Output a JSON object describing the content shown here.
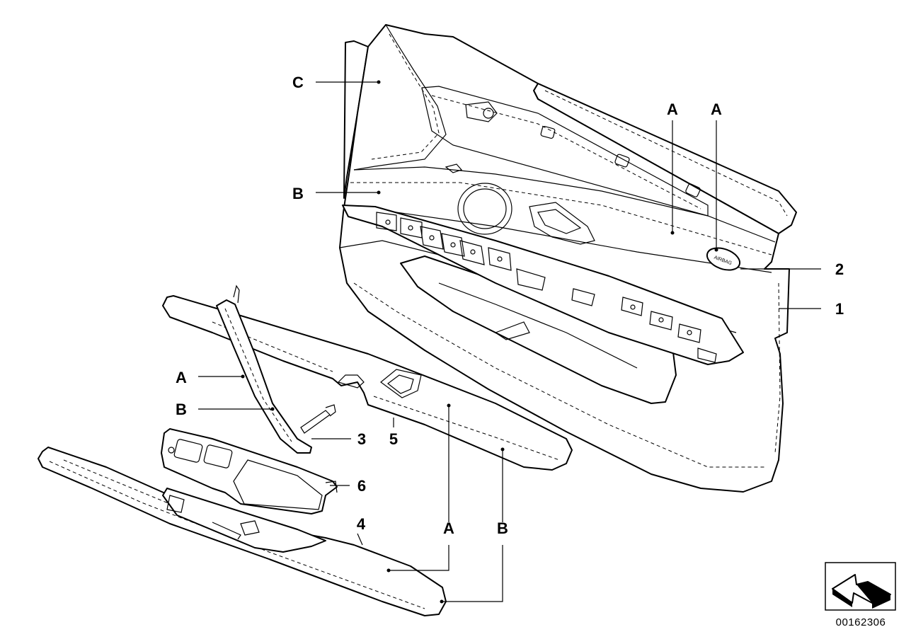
{
  "callouts": {
    "door_trim_letter_c": "C",
    "door_trim_letter_b": "B",
    "door_trim_letter_a1": "A",
    "door_trim_letter_a2": "A",
    "part_1": "1",
    "part_2": "2",
    "part_3": "3",
    "part_4": "4",
    "part_5": "5",
    "part_6": "6",
    "handle_letter_a": "A",
    "handle_letter_b": "B",
    "armrest_letter_a": "A",
    "armrest_letter_b": "B"
  },
  "airbag_text": "AIRBAG",
  "document_number": "00162306",
  "icons": {
    "orientation": "arrow-direction-icon"
  }
}
